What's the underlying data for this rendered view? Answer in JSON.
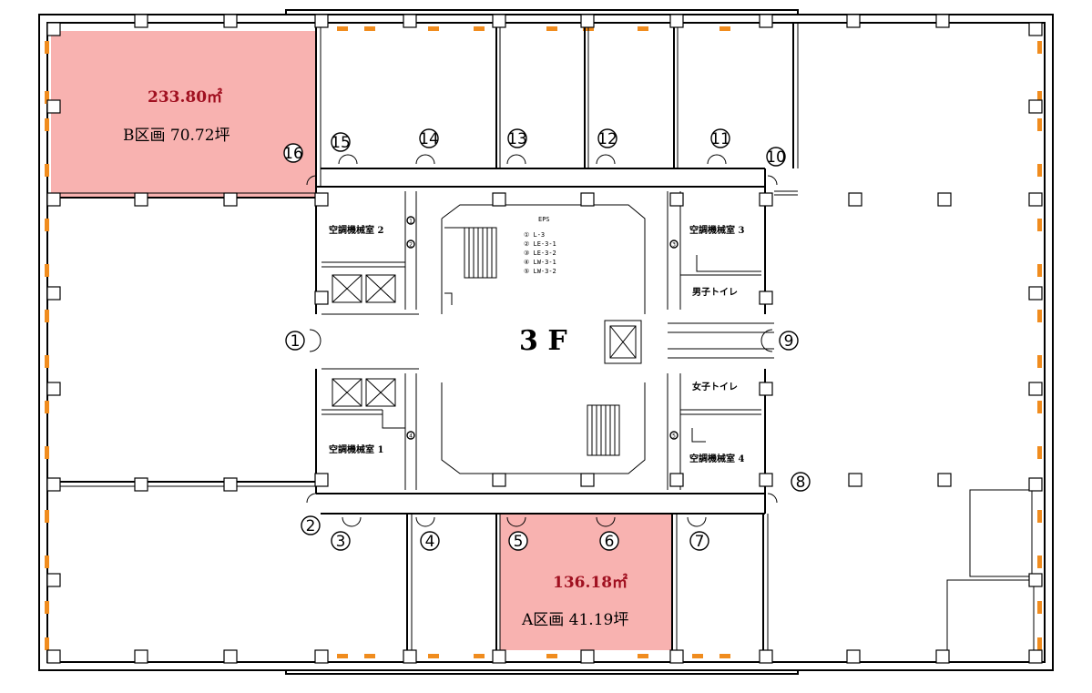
{
  "plan": {
    "floor_label": "3 F",
    "section_b": {
      "area": "233.80㎡",
      "tsubo": "B区画 70.72坪",
      "color": "#f8b2b0"
    },
    "section_a": {
      "area": "136.18㎡",
      "tsubo": "A区画 41.19坪",
      "color": "#f8b2b0"
    },
    "rooms": {
      "ac2": "空調機械室 2",
      "ac3": "空調機械室 3",
      "ac1": "空調機械室 1",
      "ac4": "空調機械室 4",
      "mens": "男子トイレ",
      "womens": "女子トイレ"
    },
    "eps": {
      "title": "EPS",
      "lines": [
        "① L-3",
        "② LE-3-1",
        "③ LE-3-2",
        "④ LW-3-1",
        "⑤ LW-3-2"
      ]
    },
    "doors": [
      "1",
      "2",
      "3",
      "4",
      "5",
      "6",
      "7",
      "8",
      "9",
      "10",
      "11",
      "12",
      "13",
      "14",
      "15",
      "16"
    ],
    "small_marks": [
      "1",
      "2",
      "3",
      "4",
      "5"
    ],
    "window_color": "#f08c1e"
  }
}
